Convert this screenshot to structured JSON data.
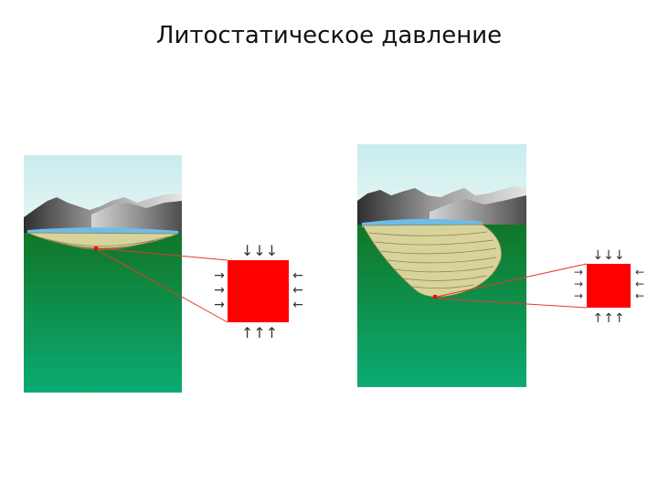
{
  "title": "Литостатическое давление",
  "colors": {
    "sky_top": "#c8ecee",
    "sky_bottom": "#e6f7f4",
    "ground_top": "#127a2a",
    "ground_bottom": "#09a86f",
    "water": "#6fbce8",
    "sediment": "#d8d39a",
    "sediment_lines": "#8a8154",
    "pressure_cube": "#ff0000",
    "guide_lines": "#e23a2a",
    "mountain_dark": "#3a3a3a",
    "mountain_light": "#d8d8d8"
  },
  "panels": [
    {
      "name": "shallow-basin",
      "arrows": {
        "top": "↓↓↓",
        "bottom": "↑↑↑",
        "left": [
          "→",
          "→",
          "→"
        ],
        "right": [
          "←",
          "←",
          "←"
        ]
      }
    },
    {
      "name": "deep-basin",
      "arrows": {
        "top": "↓↓↓",
        "bottom": "↑↑↑",
        "left": [
          "→",
          "→",
          "→"
        ],
        "right": [
          "←",
          "←",
          "←"
        ]
      }
    }
  ]
}
